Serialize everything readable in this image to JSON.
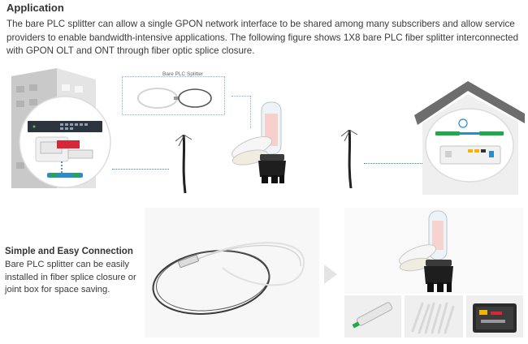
{
  "section": {
    "title": "Application",
    "intro": "The bare PLC splitter can allow a single GPON network interface to be shared among many subscribers and allow service providers to enable bandwidth-intensive applications. The following figure shows 1X8 bare PLC fiber splitter interconnected with GPON OLT and ONT through fiber optic splice closure."
  },
  "diagram": {
    "splitter_label": "Bare PLC Splitter"
  },
  "feature": {
    "title": "Simple and Easy Connection",
    "description": "Bare PLC splitter can be easily installed in fiber splice closure or joint box for space saving."
  },
  "colors": {
    "accent_blue": "#2a8cc8",
    "fiber_green": "#22a84a",
    "fiber_blue": "#1f6fd0"
  }
}
